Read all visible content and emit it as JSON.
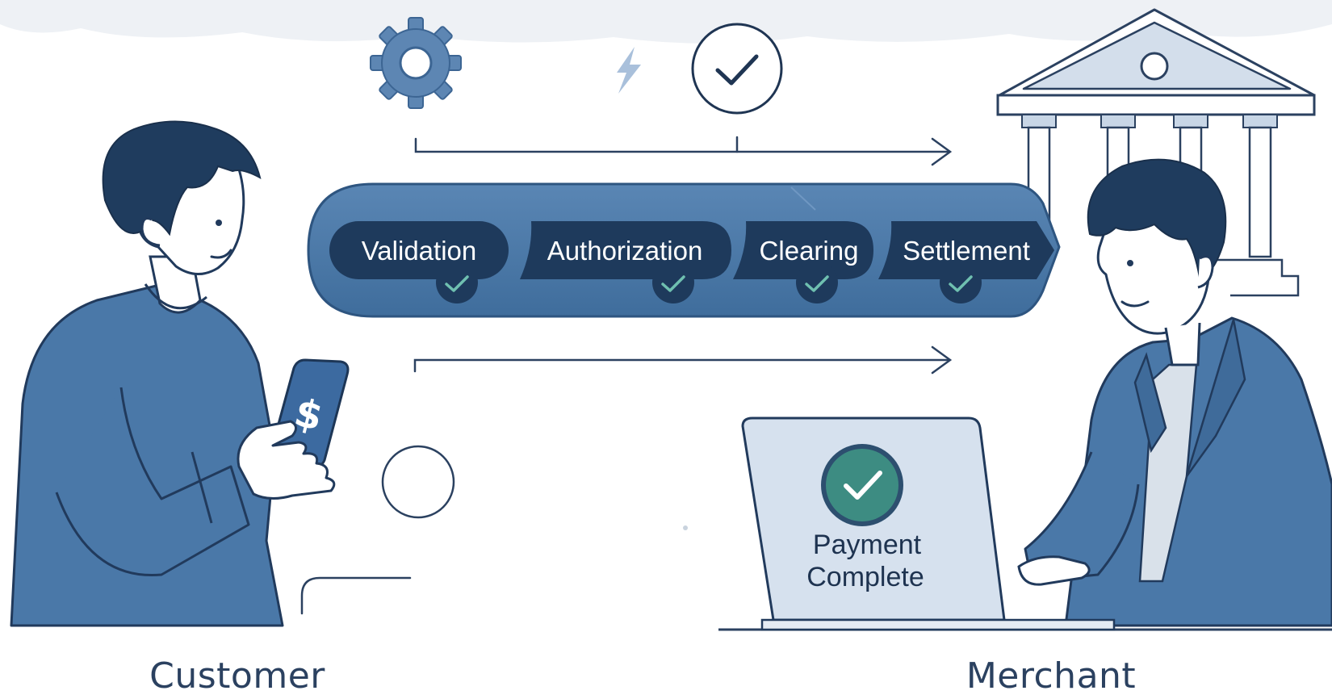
{
  "pipeline": {
    "stages": [
      {
        "label": "Validation",
        "status": "complete"
      },
      {
        "label": "Authorization",
        "status": "complete"
      },
      {
        "label": "Clearing",
        "status": "complete"
      },
      {
        "label": "Settlement",
        "status": "complete"
      }
    ]
  },
  "phone": {
    "symbol": "$"
  },
  "laptop": {
    "message_line1": "Payment",
    "message_line2": "Complete"
  },
  "captions": {
    "customer": "Customer",
    "merchant": "Merchant"
  },
  "icons": [
    "gear-icon",
    "lightning-icon",
    "check-circle-icon",
    "bank-icon",
    "dollar-icon",
    "check-icon"
  ],
  "colors": {
    "primary_blue": "#4a78a8",
    "dark_navy": "#1e3a5c",
    "light_blue": "#d7e3f0",
    "success_teal": "#3d8c82",
    "outline": "#2b4160"
  }
}
